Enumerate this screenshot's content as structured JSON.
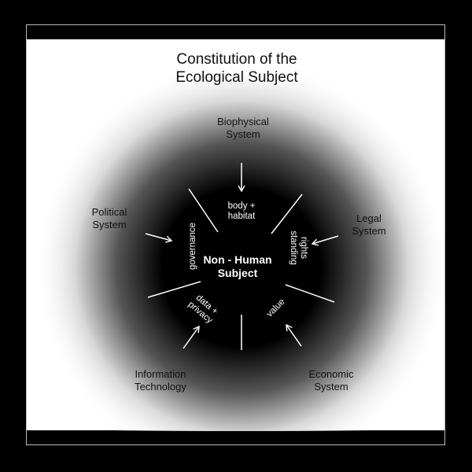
{
  "title_line1": "Constitution of the",
  "title_line2": "Ecological Subject",
  "center_line1": "Non - Human",
  "center_line2": "Subject",
  "outer": {
    "biophysical": [
      "Biophysical",
      "System"
    ],
    "legal": [
      "Legal",
      "System"
    ],
    "economic": [
      "Economic",
      "System"
    ],
    "information": [
      "Information",
      "Technology"
    ],
    "political": [
      "Political",
      "System"
    ]
  },
  "inner": {
    "body_habitat": [
      "body +",
      "habitat"
    ],
    "rights_standing": [
      "rights",
      "standing"
    ],
    "value": "value",
    "data_privacy": [
      "data +",
      "privacy"
    ],
    "governance": "governance"
  }
}
